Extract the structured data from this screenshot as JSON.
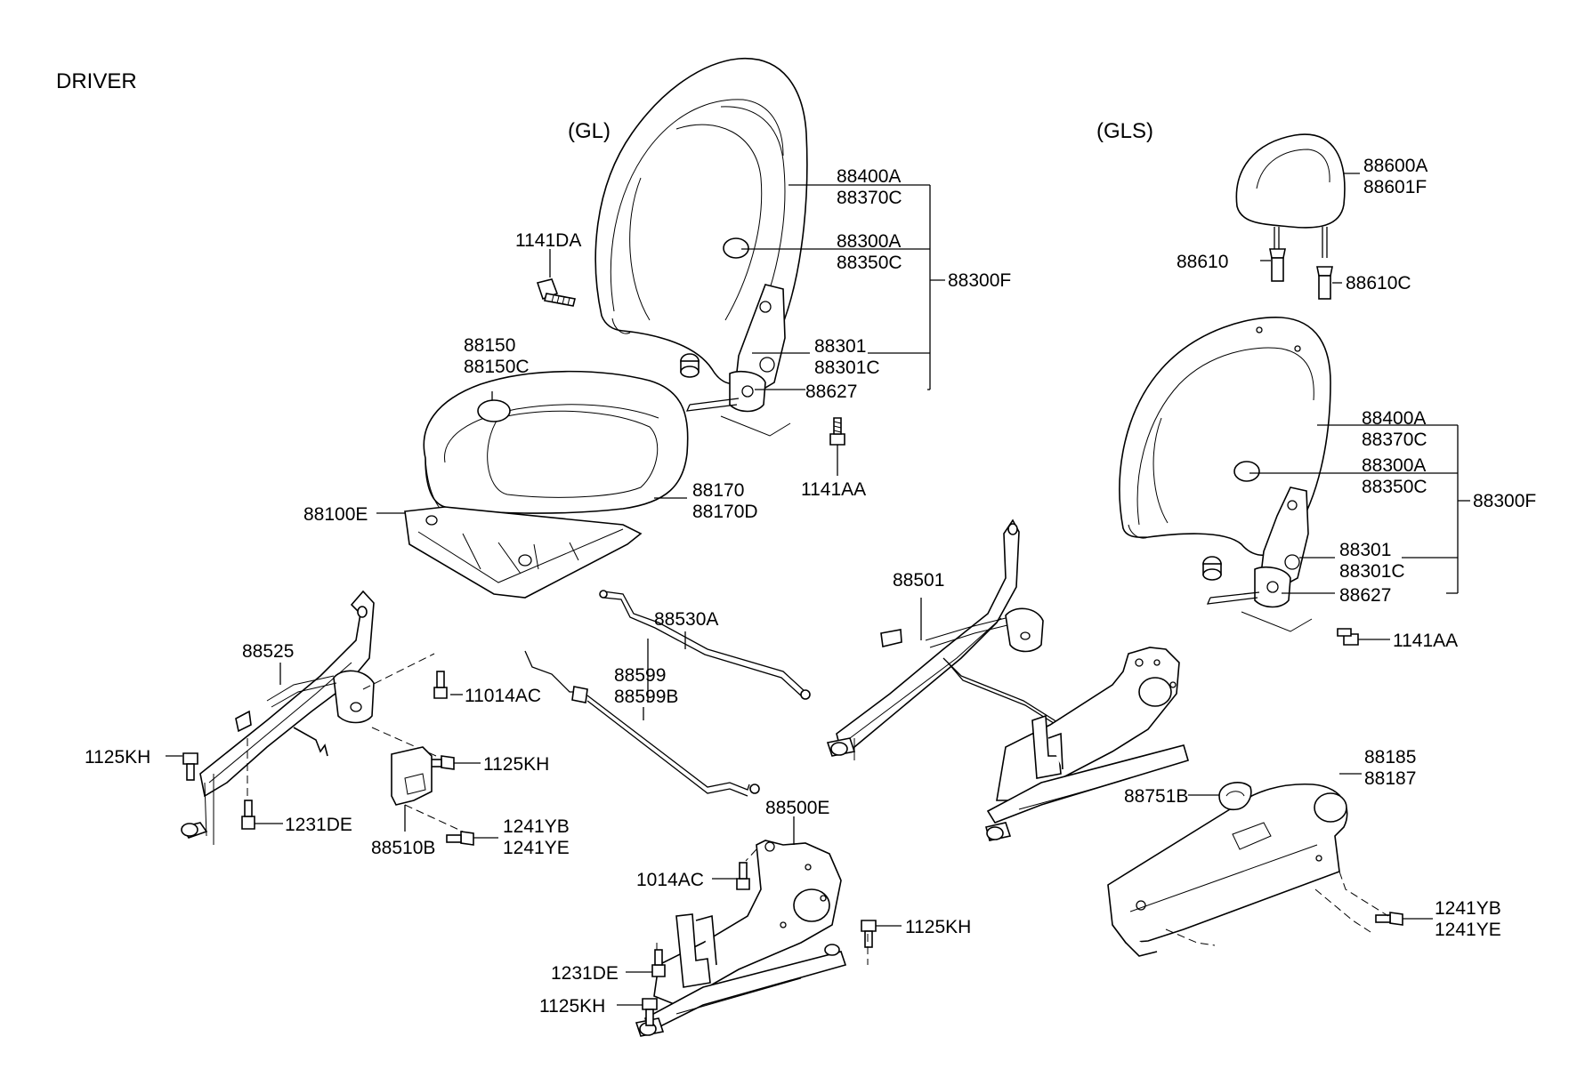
{
  "header": {
    "title": "DRIVER"
  },
  "variants": {
    "gl": "(GL)",
    "gls": "(GLS)"
  },
  "labels": {
    "p1141DA": "1141DA",
    "p88400A_gl": "88400A",
    "p88370C_gl": "88370C",
    "p88300A_gl": "88300A",
    "p88350C_gl": "88350C",
    "p88300F_gl": "88300F",
    "p88301_gl": "88301",
    "p88301C_gl": "88301C",
    "p88627_gl": "88627",
    "p1141AA_gl": "1141AA",
    "p88150": "88150",
    "p88150C": "88150C",
    "p88170": "88170",
    "p88170D": "88170D",
    "p88100E": "88100E",
    "p88600A": "88600A",
    "p88601F": "88601F",
    "p88610": "88610",
    "p88610C": "88610C",
    "p88400A_gls": "88400A",
    "p88370C_gls": "88370C",
    "p88300A_gls": "88300A",
    "p88350C_gls": "88350C",
    "p88300F_gls": "88300F",
    "p88301_gls": "88301",
    "p88301C_gls": "88301C",
    "p88627_gls": "88627",
    "p1141AA_gls": "1141AA",
    "p88501": "88501",
    "p88530A": "88530A",
    "p88599": "88599",
    "p88599B": "88599B",
    "p88525": "88525",
    "p11014AC": "11014AC",
    "p1125KH_a": "1125KH",
    "p1125KH_b": "1125KH",
    "p1231DE_a": "1231DE",
    "p1241YB_a": "1241YB",
    "p1241YE_a": "1241YE",
    "p88510B": "88510B",
    "p88500E": "88500E",
    "p1014AC": "1014AC",
    "p1125KH_c": "1125KH",
    "p1231DE_b": "1231DE",
    "p1125KH_d": "1125KH",
    "p88185": "88185",
    "p88187": "88187",
    "p88751B": "88751B",
    "p1241YB_b": "1241YB",
    "p1241YE_b": "1241YE"
  }
}
